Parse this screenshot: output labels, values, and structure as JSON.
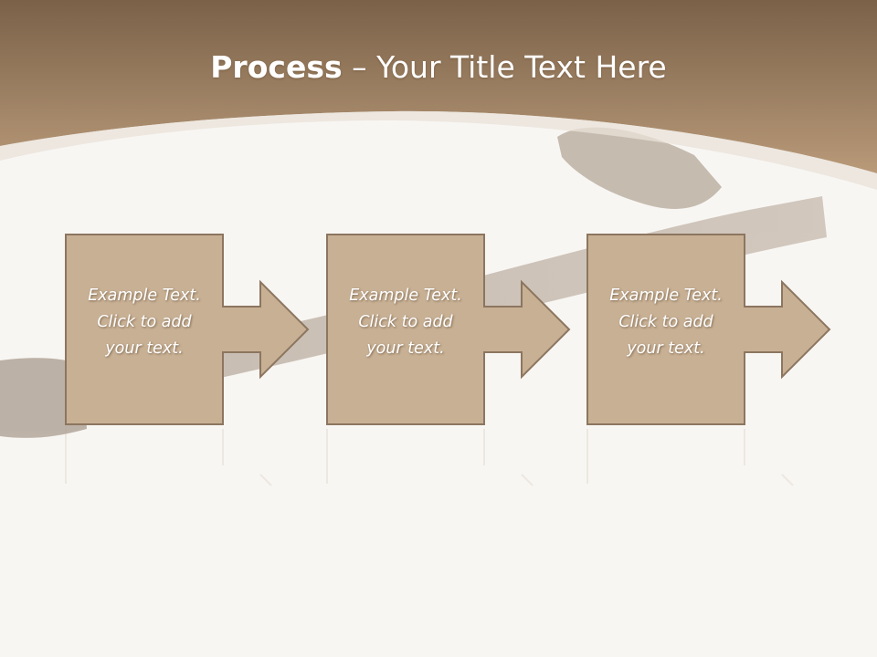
{
  "slide": {
    "title_bold": "Process",
    "title_rest": " – Your Title Text Here"
  },
  "steps": [
    {
      "text": "Example Text.\nClick  to add\nyour text."
    },
    {
      "text": "Example Text.\nClick  to add\nyour text."
    },
    {
      "text": "Example Text.\nClick  to add\nyour text."
    }
  ],
  "colors": {
    "header_dark": "#7a6148",
    "header_light": "#b79878",
    "box_fill": "#c8b094",
    "box_stroke": "#8c7660",
    "background": "#f8f6f3"
  }
}
